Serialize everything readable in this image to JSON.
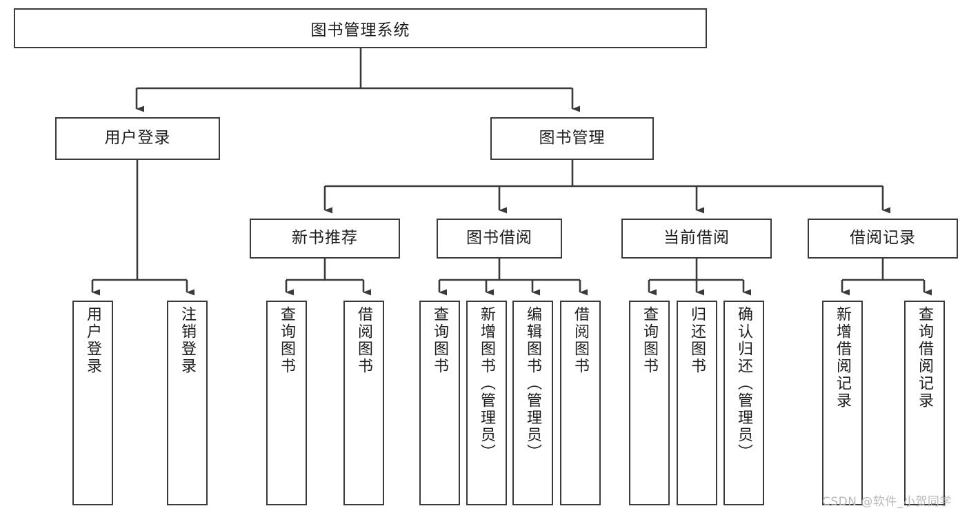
{
  "diagram": {
    "title": "图书管理系统",
    "type": "tree-hierarchy-chart",
    "colors": {
      "box_border": "#3a3a3a",
      "box_fill": "#ffffff",
      "edge": "#3a3a3a",
      "text": "#1d1d1d",
      "watermark": "#b9b9b9",
      "background": "#ffffff"
    },
    "levels": {
      "root": {
        "label": "图书管理系统"
      },
      "level2": [
        {
          "id": "user-login",
          "label": "用户登录"
        },
        {
          "id": "book-management",
          "label": "图书管理"
        }
      ],
      "level3": [
        {
          "id": "new-book-recommend",
          "label": "新书推荐",
          "parent": "book-management"
        },
        {
          "id": "book-borrow",
          "label": "图书借阅",
          "parent": "book-management"
        },
        {
          "id": "current-borrow",
          "label": "当前借阅",
          "parent": "book-management"
        },
        {
          "id": "borrow-record",
          "label": "借阅记录",
          "parent": "book-management"
        }
      ],
      "leaves": [
        {
          "id": "leaf-user-login",
          "label": "用户登录",
          "parent": "user-login"
        },
        {
          "id": "leaf-logout-login",
          "label": "注销登录",
          "parent": "user-login"
        },
        {
          "id": "leaf-query-book-1",
          "label": "查询图书",
          "parent": "new-book-recommend"
        },
        {
          "id": "leaf-borrow-book-1",
          "label": "借阅图书",
          "parent": "new-book-recommend"
        },
        {
          "id": "leaf-query-book-2",
          "label": "查询图书",
          "parent": "book-borrow"
        },
        {
          "id": "leaf-add-book",
          "label": "新增图书（管理员）",
          "parent": "book-borrow"
        },
        {
          "id": "leaf-edit-book",
          "label": "编辑图书（管理员）",
          "parent": "book-borrow"
        },
        {
          "id": "leaf-borrow-book-2",
          "label": "借阅图书",
          "parent": "book-borrow"
        },
        {
          "id": "leaf-query-book-3",
          "label": "查询图书",
          "parent": "current-borrow"
        },
        {
          "id": "leaf-return-book",
          "label": "归还图书",
          "parent": "current-borrow"
        },
        {
          "id": "leaf-confirm-return",
          "label": "确认归还（管理员）",
          "parent": "current-borrow"
        },
        {
          "id": "leaf-add-record",
          "label": "新增借阅记录",
          "parent": "borrow-record"
        },
        {
          "id": "leaf-query-record",
          "label": "查询借阅记录",
          "parent": "borrow-record"
        }
      ]
    },
    "watermark": "CSDN @软件_小贺同学"
  }
}
